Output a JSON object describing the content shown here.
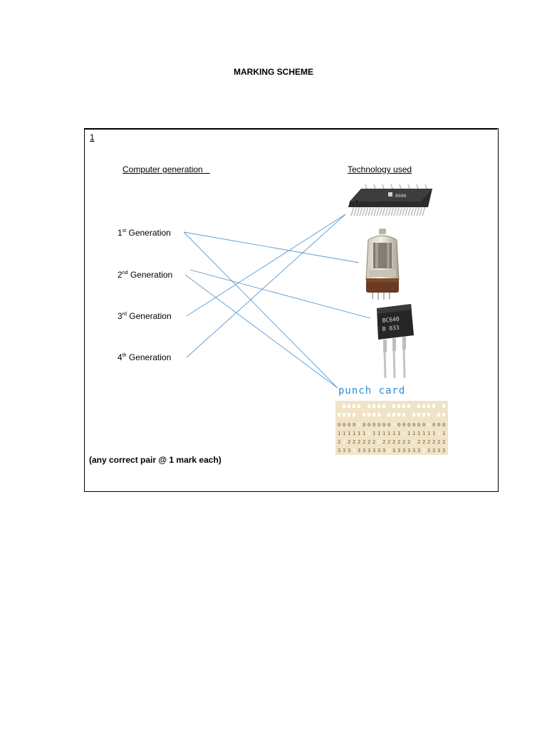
{
  "page": {
    "title": "MARKING SCHEME"
  },
  "question": {
    "number": "1",
    "column_left": "Computer generation",
    "column_right": "Technology used",
    "generations": [
      {
        "num": "1",
        "suffix": "st",
        "word": "Generation"
      },
      {
        "num": "2",
        "suffix": "nd",
        "word": "Generation"
      },
      {
        "num": "3",
        "suffix": "rd",
        "word": "Generation"
      },
      {
        "num": "4",
        "suffix": "th",
        "word": "Generation"
      }
    ],
    "technologies": {
      "ic_chip_label": "8086",
      "transistor_label_1": "BC640",
      "transistor_label_2": "B 033",
      "punch_card_label": "punch card"
    },
    "note": "(any correct pair @ 1 mark each)"
  },
  "colors": {
    "link_line": "#5b9bd5",
    "punch_label": "#2a8fd6"
  }
}
